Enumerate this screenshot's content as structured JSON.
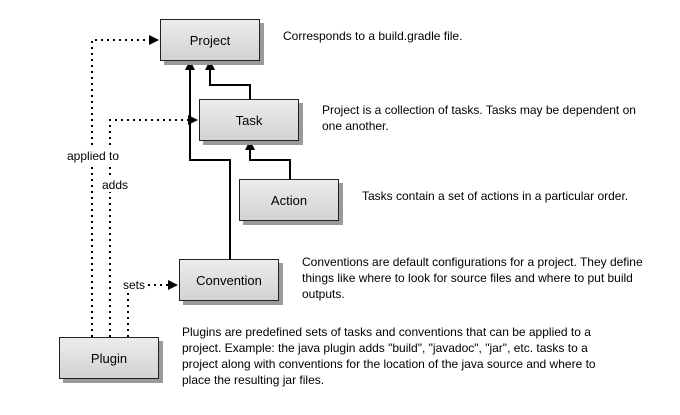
{
  "nodes": {
    "project": "Project",
    "task": "Task",
    "action": "Action",
    "convention": "Convention",
    "plugin": "Plugin"
  },
  "notes": {
    "project": "Corresponds to a build.gradle file.",
    "task": "Project is a collection of tasks.  Tasks may be dependent on one another.",
    "action": "Tasks contain a set of actions in a particular order.",
    "convention": "Conventions are default configurations for a project. They define things like where to look for source files and where to put build outputs.",
    "plugin": "Plugins are predefined sets of tasks and conventions that can be applied to a project.  Example: the java plugin adds \"build\", \"javadoc\", \"jar\", etc. tasks to a project along with conventions for the location of the java source and where to place the resulting jar files."
  },
  "edge_labels": {
    "applied_to": "applied to",
    "adds": "adds",
    "sets": "sets"
  }
}
